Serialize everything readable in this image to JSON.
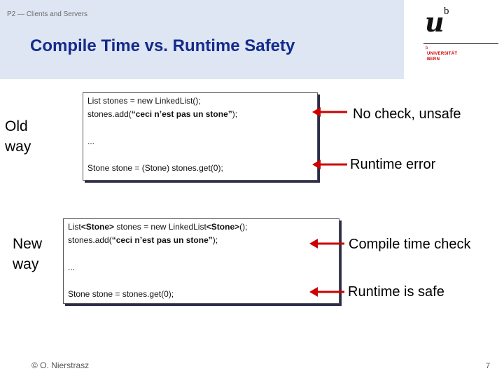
{
  "header": {
    "course": "P2 — Clients and Servers",
    "title": "Compile Time vs. Runtime Safety"
  },
  "logo": {
    "letter_u": "u",
    "superscript_b": "b",
    "mark": "b",
    "line1": "UNIVERSITÄT",
    "line2": "BERN"
  },
  "old_way": {
    "label_line1": "Old",
    "label_line2": "way",
    "code": {
      "line1": "List stones = new LinkedList();",
      "line2_prefix": "stones.add(",
      "line2_bold": "“ceci n’est pas un stone”",
      "line2_suffix": ");",
      "ellipsis": "...",
      "line3": "Stone stone = (Stone) stones.get(0);"
    },
    "notes": {
      "first": "No check, unsafe",
      "second": "Runtime error"
    }
  },
  "new_way": {
    "label_line1": "New",
    "label_line2": "way",
    "code": {
      "line1_a": "List",
      "line1_b": "<Stone>",
      "line1_c": " stones = new LinkedList",
      "line1_d": "<Stone>",
      "line1_e": "();",
      "line2_prefix": "stones.add(",
      "line2_bold": "“ceci n’est pas un stone”",
      "line2_suffix": ");",
      "ellipsis": "...",
      "line3": "Stone stone = stones.get(0);"
    },
    "notes": {
      "first": "Compile time check",
      "second": "Runtime is safe"
    }
  },
  "footer": {
    "copyright": "© O. Nierstrasz",
    "page_number": "7"
  },
  "colors": {
    "title": "#152a8c",
    "header_bg": "#dde6f2",
    "arrow": "#cc0000",
    "logo_red": "#cc0000"
  }
}
